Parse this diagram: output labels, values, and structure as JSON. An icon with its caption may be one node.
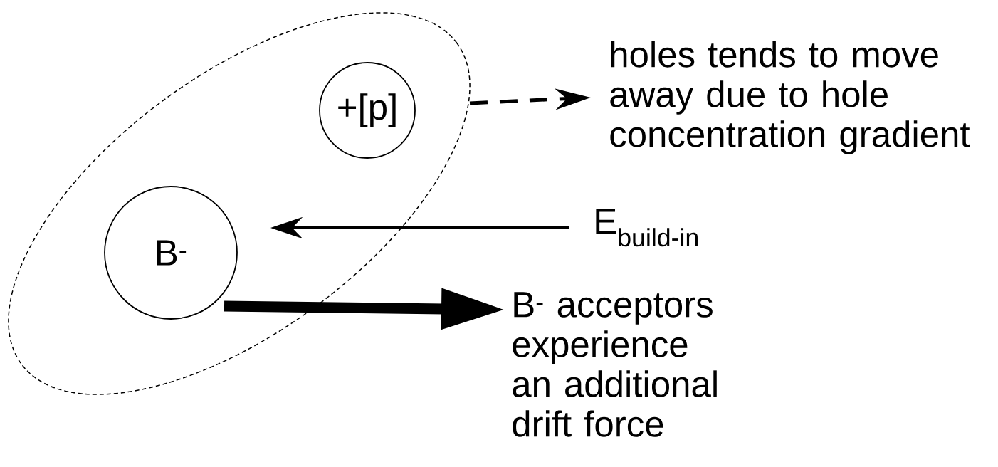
{
  "diagram": {
    "nodes": [
      {
        "text": [],
        "shape": "ellipse"
      },
      {
        "text": [
          "+[p]"
        ],
        "in": 0
      },
      {
        "text": [
          "B$^{-}$"
        ],
        "in": 0
      },
      {
        "text": [
          "holes tends to move away due to hole concentration gradient"
        ]
      },
      {
        "text": [
          "E$_{build-in}$"
        ]
      },
      {
        "text": [
          "B$^{-}$ acceptors experience an additional drift force"
        ]
      }
    ],
    "edges": [
      {
        "from": 0,
        "to": 3,
        "arrow": "to",
        "style": "dashed"
      },
      {
        "from": 4,
        "to": null,
        "arrow": "to"
      },
      {
        "from": 2,
        "to": 5,
        "arrow": "to",
        "style": "thick"
      }
    ]
  }
}
